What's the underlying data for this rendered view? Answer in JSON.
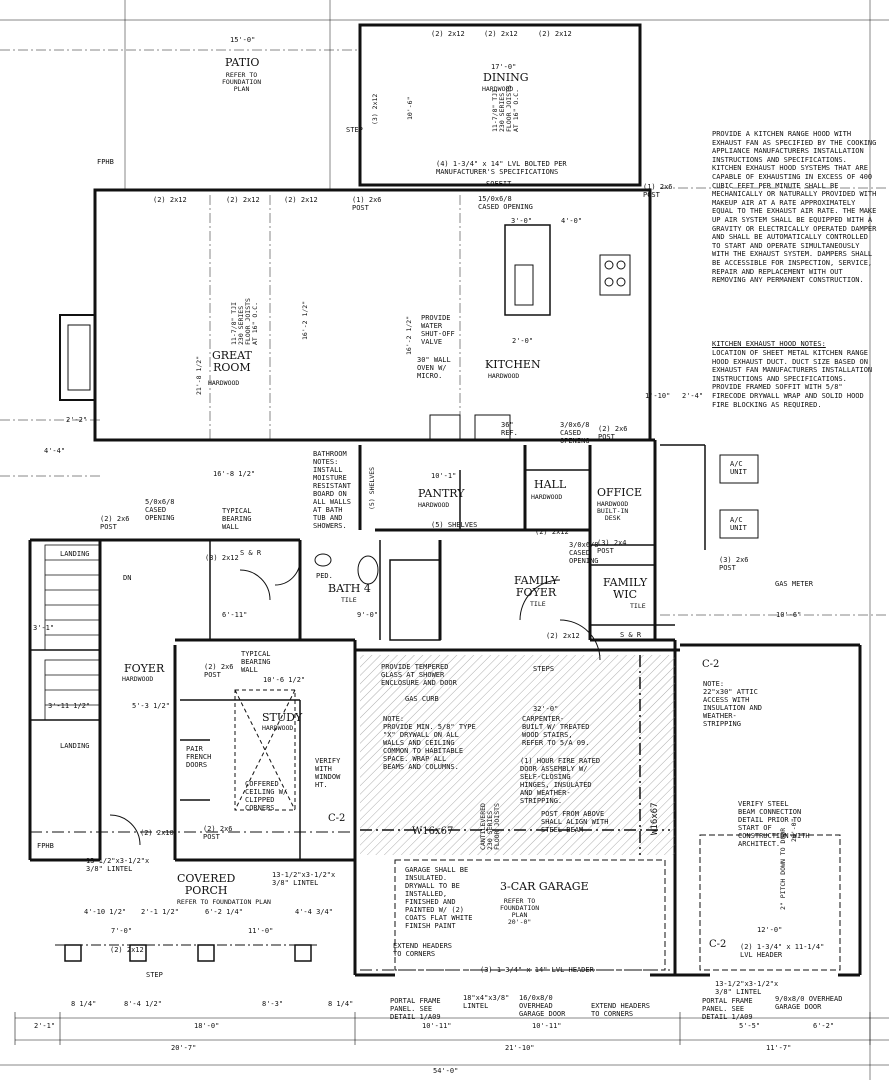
{
  "rooms": {
    "patio": {
      "name": "PATIO",
      "sub": "REFER TO\nFOUNDATION\nPLAN"
    },
    "dining": {
      "name": "DINING",
      "sub": "HARDWOOD"
    },
    "great_room": {
      "name": "GREAT\nROOM",
      "sub": "HARDWOOD"
    },
    "kitchen": {
      "name": "KITCHEN",
      "sub": "HARDWOOD"
    },
    "pantry": {
      "name": "PANTRY",
      "sub": "HARDWOOD"
    },
    "hall": {
      "name": "HALL",
      "sub": "HARDWOOD"
    },
    "office": {
      "name": "OFFICE",
      "sub": "HARDWOOD\nBUILT-IN\nDESK"
    },
    "bath4": {
      "name": "BATH 4",
      "sub": "TILE"
    },
    "family_foyer": {
      "name": "FAMILY\nFOYER",
      "sub": "TILE"
    },
    "family_wic": {
      "name": "FAMILY\nWIC",
      "sub": "TILE"
    },
    "foyer": {
      "name": "FOYER",
      "sub": "HARDWOOD"
    },
    "study": {
      "name": "STUDY",
      "sub": "HARDWOOD"
    },
    "covered_porch": {
      "name": "COVERED\nPORCH",
      "sub": "REFER TO FOUNDATION PLAN"
    },
    "garage": {
      "name": "3-CAR GARAGE",
      "sub": "REFER TO\nFOUNDATION\nPLAN\n20'-0\""
    }
  },
  "notes": {
    "hood": "PROVIDE A KITCHEN RANGE HOOD WITH EXHAUST FAN AS SPECIFIED BY THE COOKING APPLIANCE MANUFACTURERS INSTALLATION INSTRUCTIONS AND SPECIFICATIONS. KITCHEN EXHAUST HOOD SYSTEMS THAT ARE CAPABLE OF EXHAUSTING IN EXCESS OF 400 CUBIC FEET PER MINUTE SHALL BE MECHANICALLY OR NATURALLY PROVIDED WITH MAKEUP AIR AT A RATE APPROXIMATELY EQUAL TO THE EXHAUST AIR RATE. THE MAKE UP AIR SYSTEM SHALL BE EQUIPPED WITH A GRAVITY OR ELECTRICALLY OPERATED DAMPER AND SHALL BE AUTOMATICALLY CONTROLLED TO START AND OPERATE SIMULTANEOUSLY WITH THE EXHAUST SYSTEM. DAMPERS SHALL BE ACCESSIBLE FOR INSPECTION, SERVICE, REPAIR AND REPLACEMENT WITH OUT REMOVING ANY PERMANENT CONSTRUCTION.",
    "hood_title": "KITCHEN EXHAUST HOOD NOTES:",
    "hood2": "LOCATION OF SHEET METAL KITCHEN RANGE HOOD EXHAUST DUCT. DUCT SIZE BASED ON EXHAUST FAN MANUFACTURERS INSTALLATION INSTRUCTIONS AND SPECIFICATIONS. PROVIDE FRAMED SOFFIT WITH 5/8\" FIRECODE DRYWALL WRAP AND SOLID HOOD FIRE BLOCKING AS REQUIRED.",
    "bath_notes": "BATHROOM\nNOTES:\nINSTALL\nMOISTURE\nRESISTANT\nBOARD ON\nALL WALLS\nAT BATH\nTUB AND\nSHOWERS.",
    "drywall": "NOTE:\nPROVIDE MIN. 5/8\" TYPE\n\"X\" DRYWALL ON ALL\nWALLS AND CEILING\nCOMMON TO HABITABLE\nSPACE. WRAP ALL\nBEAMS AND COLUMNS.",
    "attic": "NOTE:\n22\"x30\" ATTIC\nACCESS WITH\nINSULATION AND\nWEATHER-\nSTRIPPING",
    "steel": "VERIFY STEEL\nBEAM CONNECTION\nDETAIL PRIOR TO\nSTART OF\nCONSTRUCTION WITH\nARCHITECT.",
    "garage_insul": "GARAGE SHALL BE\nINSULATED.\nDRYWALL TO BE\nINSTALLED,\nFINISHED AND\nPAINTED W/ (2)\nCOATS FLAT WHITE\nFINISH PAINT",
    "tempered": "PROVIDE TEMPERED\nGLASS AT SHOWER\nENCLOSURE AND DOOR",
    "carpenter": "CARPENTER-\nBUILT W/ TREATED\nWOOD STAIRS,\nREFER TO 5/A 09.",
    "firedoor": "(1) HOUR FIRE RATED\nDOOR ASSEMBLY W/\nSELF-CLOSING\nHINGES, INSULATED\nAND WEATHER-\nSTRIPPING.",
    "post_above": "POST FROM ABOVE\nSHALL ALIGN WITH\nSTEEL BEAM",
    "water": "PROVIDE\nWATER\nSHUT-OFF\nVALVE",
    "oven": "30\" WALL\nOVEN W/\nMICRO.",
    "pitch": "2\" PITCH DOWN TO DOOR"
  },
  "labels": {
    "lvl_top": "(4) 1-3/4\" x 14\" LVL BOLTED PER\nMANUFACTURER'S SPECIFICATIONS",
    "soffit": "SOFFIT",
    "lvl_header": "(3) 1-3/4\" x 14\" LVL HEADER",
    "lvl_right": "(2) 1-3/4\" x 11-1/4\"\nLVL HEADER",
    "beam_w1": "W16x67",
    "beam_w2": "W16x67",
    "c2a": "C-2",
    "c2b": "C-2",
    "c2c": "C-2",
    "ac1": "A/C\nUNIT",
    "ac2": "A/C\nUNIT",
    "gas_meter": "GAS METER",
    "extend1": "EXTEND HEADERS\nTO CORNERS",
    "extend2": "EXTEND HEADERS\nTO CORNERS",
    "portal1": "PORTAL FRAME\nPANEL. SEE\nDETAIL 1/A09",
    "portal2": "PORTAL FRAME\nPANEL. SEE\nDETAIL 1/A09",
    "ohd1": "16/0x8/0\nOVERHEAD\nGARAGE DOOR",
    "ohd2": "9/0x8/0 OVERHEAD\nGARAGE DOOR",
    "lintel1": "18\"x4\"x3/8\"\nLINTEL",
    "lintel2": "13-1/2\"x3-1/2\"x\n3/8\" LINTEL",
    "lintel3": "13-1/2\"x3-1/2\"x\n3/8\" LINTEL",
    "lintel4": "13-1/2\"x3-1/2\"x\n3/8\" LINTEL",
    "cased1": "15/0x6/8\nCASED OPENING",
    "cased2": "5/0x6/8\nCASED\nOPENING",
    "cased3": "3/0x6/8\nCASED\nOPENING",
    "cased4": "3/0x6/8\nCASED\nOPENING",
    "typical1": "TYPICAL\nBEARING\nWALL",
    "typical2": "TYPICAL\nBEARING\nWALL",
    "shelves1": "(5) SHELVES",
    "shelves2": "(5) SHELVES",
    "steps": "STEPS",
    "step1": "STEP",
    "step2": "STEP",
    "gas_curb": "GAS CURB",
    "fphb1": "FPHB",
    "fphb2": "FPHB",
    "s_r1": "S & R",
    "s_r2": "S & R",
    "ped": "PED.",
    "dn": "DN",
    "coffered": "COFFERED\nCEILING W/\nCLIPPED\nCORNERS",
    "pair_french": "PAIR\nFRENCH\nDOORS",
    "ref": "36\"\nREF.",
    "landing1": "LANDING",
    "landing2": "LANDING",
    "verify_window": "VERIFY\nWITH\nWINDOW\nHT.",
    "cantilever": "CANTILEVERED\n230 SERIES\nFLOOR JOISTS",
    "tji_great": "11-7/8\" TJI\n230 SERIES\nFLOOR JOISTS\nAT 16\" O.C.",
    "tji_dining": "11-7/8\" TJI\n230 SERIES\nFLOOR JOISTS\nAT 16\" O.C."
  },
  "dims": {
    "d_15_0": "15'-0\"",
    "d_17_0": "17'-0\"",
    "d_10_6": "10'-6\"",
    "d_16_8": "16'-8 1/2\"",
    "d_21_8": "21'-8 1/2\"",
    "d_16_2a": "16'-2 1/2\"",
    "d_16_2b": "16'-2 1/2\"",
    "d_3_0": "3'-0\"",
    "d_4_0": "4'-0\"",
    "d_2_0": "2'-0\"",
    "d_10_1": "10'-1\"",
    "d_9_0": "9'-0\"",
    "d_6_11": "6'-11\"",
    "d_10_6b": "10'-6 1/2\"",
    "d_32_0": "32'-0\"",
    "d_12_0": "12'-0\"",
    "d_20_0": "20'-0\"",
    "d_10_11a": "10'-11\"",
    "d_10_11b": "10'-11\"",
    "d_5_5": "5'-5\"",
    "d_6_2": "6'-2\"",
    "d_18_0": "18'-0\"",
    "d_20_7": "20'-7\"",
    "d_21_10": "21'-10\"",
    "d_11_7": "11'-7\"",
    "d_54_0": "54'-0\"",
    "d_2_1": "2'-1\"",
    "d_8_1_4": "8 1/4\"",
    "d_8_4": "8'-4 1/2\"",
    "d_8_3": "8'-3\"",
    "d_8_1_4b": "8 1/4\"",
    "d_7_0": "7'-0\"",
    "d_11_0": "11'-0\"",
    "d_4_10": "4'-10 1/2\"",
    "d_2_1_2": "2'-1 1/2\"",
    "d_6_2_1": "6'-2 1/4\"",
    "d_4_4_3": "4'-4 3/4\"",
    "d_10_6_1": "10'-6 1/2\"",
    "d_4_4": "4'-4\"",
    "d_2_2": "2'-2\"",
    "d_2_4": "2'-4\"",
    "d_1_10": "1'-10\"",
    "d_10_6c": "10'-6\"",
    "d_5_3": "5'-3 1/2\"",
    "d_3_1": "3'-1\"",
    "d_3_11": "3'-11 1/2\""
  },
  "posts": {
    "p1": "(2) 2x12",
    "p2": "(2) 2x12",
    "p3": "(2) 2x12",
    "p4": "(2) 2x12",
    "p5": "(2) 2x12",
    "p6": "(1) 2x6\nPOST",
    "p7": "(1) 2x6\nPOST",
    "p8": "(2) 2x6\nPOST",
    "p9": "(2) 2x6\nPOST",
    "p10": "(3) 2x6\nPOST",
    "p11": "(2) 2x6\nPOST",
    "p12": "(2) 2x6\nPOST",
    "p13": "(3) 2x4\nPOST",
    "p14": "(2) 2x12",
    "p15": "(2) 2x12",
    "p16": "(2) 2x12",
    "p17": "(2) 2x10",
    "p18": "(3) 2x12",
    "p19": "(3) 2x12",
    "p20": "(2) 2x12"
  },
  "colors": {
    "line": "#111111",
    "hatch": "#555555",
    "bg": "#ffffff"
  }
}
